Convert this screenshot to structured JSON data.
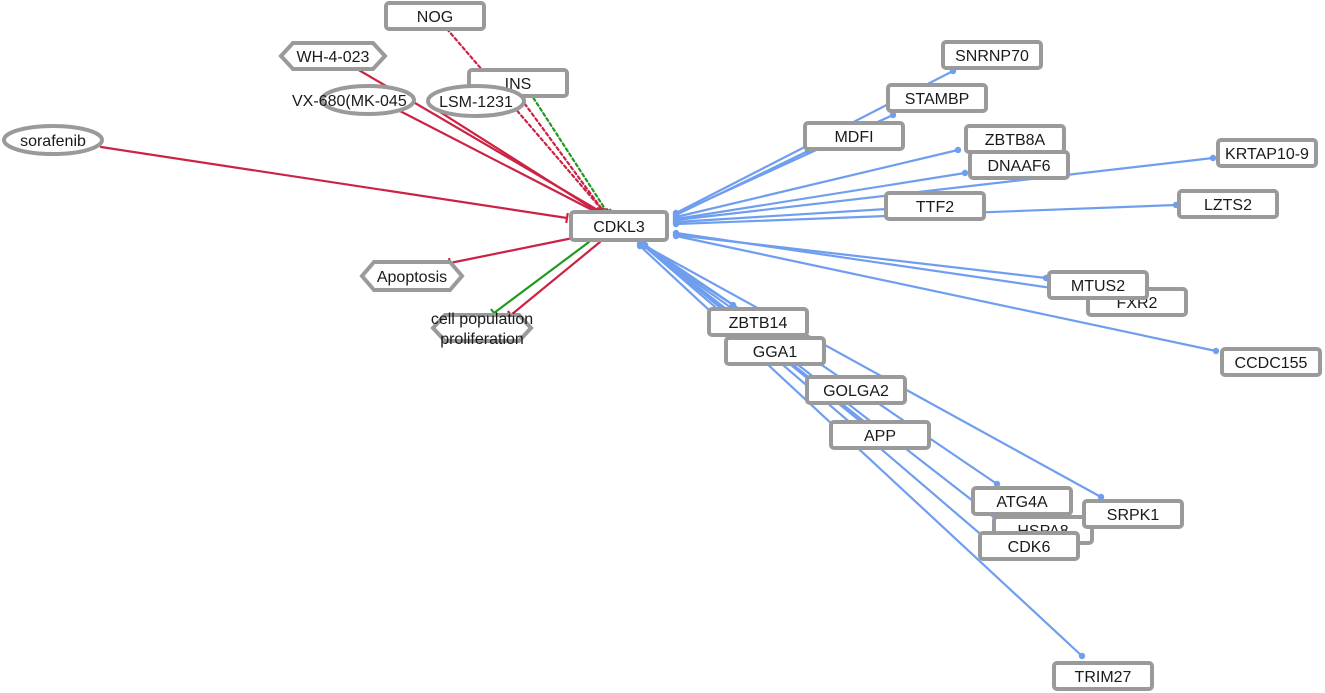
{
  "colors": {
    "inhibit": "#cc2244",
    "activate": "#229922",
    "binding": "#6f9eef",
    "node_border": "#9a9a9a"
  },
  "nodes": [
    {
      "id": "cdkl3",
      "label": "CDKL3",
      "shape": "rect"
    },
    {
      "id": "nog",
      "label": "NOG",
      "shape": "rect"
    },
    {
      "id": "ins",
      "label": "INS",
      "shape": "rect"
    },
    {
      "id": "wh4023",
      "label": "WH-4-023",
      "shape": "hexagon"
    },
    {
      "id": "vx680",
      "label": "VX-680(MK-045",
      "shape": "ellipse"
    },
    {
      "id": "lsm1231",
      "label": "LSM-1231",
      "shape": "ellipse"
    },
    {
      "id": "sorafenib",
      "label": "sorafenib",
      "shape": "ellipse"
    },
    {
      "id": "apoptosis",
      "label": "Apoptosis",
      "shape": "hexagon"
    },
    {
      "id": "cellprolif",
      "label": "cell population proliferation",
      "shape": "hexagon"
    },
    {
      "id": "snrnp70",
      "label": "SNRNP70",
      "shape": "rect"
    },
    {
      "id": "stambp",
      "label": "STAMBP",
      "shape": "rect"
    },
    {
      "id": "mdfi",
      "label": "MDFI",
      "shape": "rect"
    },
    {
      "id": "zbtb8a",
      "label": "ZBTB8A",
      "shape": "rect"
    },
    {
      "id": "dnaaf6",
      "label": "DNAAF6",
      "shape": "rect"
    },
    {
      "id": "krtap109",
      "label": "KRTAP10-9",
      "shape": "rect"
    },
    {
      "id": "ttf2",
      "label": "TTF2",
      "shape": "rect"
    },
    {
      "id": "lzts2",
      "label": "LZTS2",
      "shape": "rect"
    },
    {
      "id": "fxr2",
      "label": "FXR2",
      "shape": "rect"
    },
    {
      "id": "mtus2",
      "label": "MTUS2",
      "shape": "rect"
    },
    {
      "id": "ccdc155",
      "label": "CCDC155",
      "shape": "rect"
    },
    {
      "id": "zbtb14",
      "label": "ZBTB14",
      "shape": "rect"
    },
    {
      "id": "gga1",
      "label": "GGA1",
      "shape": "rect"
    },
    {
      "id": "golga2",
      "label": "GOLGA2",
      "shape": "rect"
    },
    {
      "id": "app",
      "label": "APP",
      "shape": "rect"
    },
    {
      "id": "hspa8",
      "label": "HSPA8",
      "shape": "rect"
    },
    {
      "id": "atg4a",
      "label": "ATG4A",
      "shape": "rect"
    },
    {
      "id": "srpk1",
      "label": "SRPK1",
      "shape": "rect"
    },
    {
      "id": "cdk6",
      "label": "CDK6",
      "shape": "rect"
    },
    {
      "id": "trim27",
      "label": "TRIM27",
      "shape": "rect"
    }
  ],
  "edges": [
    {
      "source": "nog",
      "target": "cdkl3",
      "type": "inhibit",
      "style": "dotted"
    },
    {
      "source": "ins",
      "target": "cdkl3",
      "type": "inhibit",
      "style": "dotted"
    },
    {
      "source": "ins",
      "target": "cdkl3",
      "type": "activate",
      "style": "dotted"
    },
    {
      "source": "wh4023",
      "target": "cdkl3",
      "type": "inhibit",
      "style": "solid"
    },
    {
      "source": "vx680",
      "target": "cdkl3",
      "type": "inhibit",
      "style": "solid"
    },
    {
      "source": "lsm1231",
      "target": "cdkl3",
      "type": "inhibit",
      "style": "solid"
    },
    {
      "source": "sorafenib",
      "target": "cdkl3",
      "type": "inhibit",
      "style": "solid"
    },
    {
      "source": "cdkl3",
      "target": "apoptosis",
      "type": "inhibit",
      "style": "solid"
    },
    {
      "source": "cdkl3",
      "target": "cellprolif",
      "type": "activate",
      "style": "solid"
    },
    {
      "source": "cdkl3",
      "target": "cellprolif",
      "type": "inhibit",
      "style": "solid"
    },
    {
      "source": "cdkl3",
      "target": "snrnp70",
      "type": "binding",
      "style": "solid"
    },
    {
      "source": "cdkl3",
      "target": "stambp",
      "type": "binding",
      "style": "solid"
    },
    {
      "source": "cdkl3",
      "target": "mdfi",
      "type": "binding",
      "style": "solid"
    },
    {
      "source": "cdkl3",
      "target": "zbtb8a",
      "type": "binding",
      "style": "solid"
    },
    {
      "source": "cdkl3",
      "target": "dnaaf6",
      "type": "binding",
      "style": "solid"
    },
    {
      "source": "cdkl3",
      "target": "krtap109",
      "type": "binding",
      "style": "solid"
    },
    {
      "source": "cdkl3",
      "target": "ttf2",
      "type": "binding",
      "style": "solid"
    },
    {
      "source": "cdkl3",
      "target": "lzts2",
      "type": "binding",
      "style": "solid"
    },
    {
      "source": "cdkl3",
      "target": "fxr2",
      "type": "binding",
      "style": "solid"
    },
    {
      "source": "cdkl3",
      "target": "mtus2",
      "type": "binding",
      "style": "solid"
    },
    {
      "source": "cdkl3",
      "target": "ccdc155",
      "type": "binding",
      "style": "solid"
    },
    {
      "source": "cdkl3",
      "target": "zbtb14",
      "type": "binding",
      "style": "solid"
    },
    {
      "source": "cdkl3",
      "target": "gga1",
      "type": "binding",
      "style": "solid"
    },
    {
      "source": "cdkl3",
      "target": "golga2",
      "type": "binding",
      "style": "solid"
    },
    {
      "source": "cdkl3",
      "target": "app",
      "type": "binding",
      "style": "solid"
    },
    {
      "source": "cdkl3",
      "target": "hspa8",
      "type": "binding",
      "style": "solid"
    },
    {
      "source": "cdkl3",
      "target": "atg4a",
      "type": "binding",
      "style": "solid"
    },
    {
      "source": "cdkl3",
      "target": "srpk1",
      "type": "binding",
      "style": "solid"
    },
    {
      "source": "cdkl3",
      "target": "cdk6",
      "type": "binding",
      "style": "solid"
    },
    {
      "source": "cdkl3",
      "target": "trim27",
      "type": "binding",
      "style": "solid"
    }
  ]
}
